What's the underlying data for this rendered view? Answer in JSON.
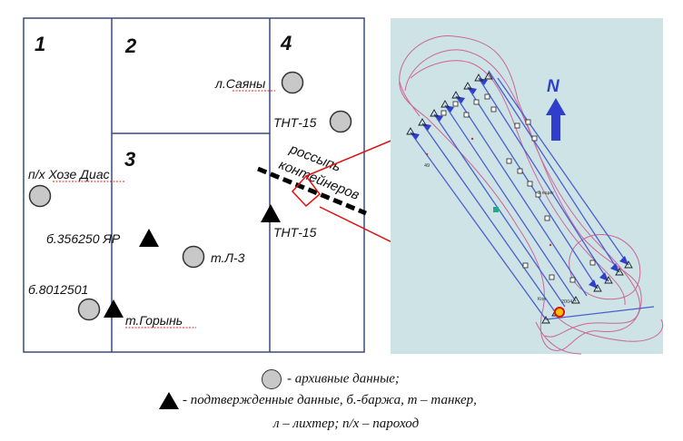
{
  "quadrants": {
    "q1": "1",
    "q2": "2",
    "q3": "3",
    "q4": "4"
  },
  "objects": {
    "sayany": "л.Саяны",
    "tnt15_circle": "ТНТ-15",
    "hoze_dias": "п/х Хозе Диас",
    "container_scatter_line1": "россыпь",
    "container_scatter_line2": "контейнеров",
    "tnt15_triangle": "ТНТ-15",
    "barge_356250": "б.356250 ЯР",
    "tanker_l3": "т.Л-3",
    "barge_8012501": "б.8012501",
    "tanker_goryn": "т.Горынь"
  },
  "sonar_map": {
    "north_label": "N",
    "small_labels": [
      "49",
      "3 ящик",
      "Кон",
      "2004"
    ],
    "colors": {
      "background": "#cde3e6",
      "track": "#cc6699",
      "lines": "#4a5fd0",
      "arrow": "#2f3fcc"
    }
  },
  "legend": {
    "archive": "- архивные данные;",
    "confirmed": "- подтвержденные данные, б.-баржа, т – танкер,",
    "abbrev": "л – лихтер; п/х – пароход"
  },
  "colors": {
    "border": "#3a4a7a",
    "circle_fill": "#c8c8c8",
    "callout": "#e01010"
  }
}
